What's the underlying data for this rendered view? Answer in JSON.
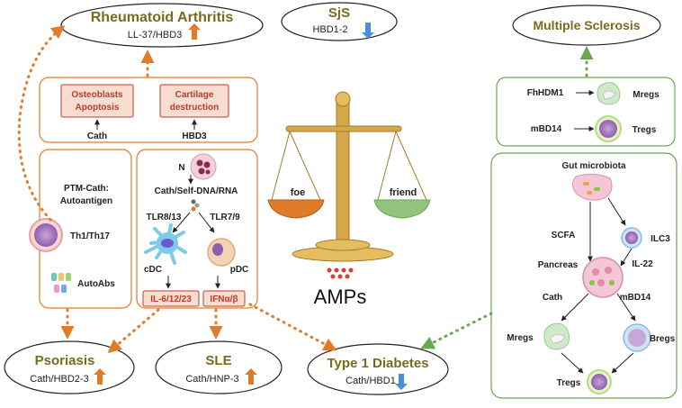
{
  "colors": {
    "olive": "#7a6a1c",
    "orange": "#e07b2a",
    "green": "#6aa84f",
    "red": "#c0392b",
    "blue": "#4a90d9",
    "box_fill": "#f7ddd0"
  },
  "diseases": {
    "ra": {
      "title": "Rheumatoid Arthritis",
      "sub": "LL-37/HBD3",
      "arrow": "up"
    },
    "sjs": {
      "title": "SjS",
      "sub": "HBD1-2",
      "arrow": "down"
    },
    "ms": {
      "title": "Multiple Sclerosis"
    },
    "psoriasis": {
      "title": "Psoriasis",
      "sub": "Cath/HBD2-3",
      "arrow": "up"
    },
    "sle": {
      "title": "SLE",
      "sub": "Cath/HNP-3",
      "arrow": "up"
    },
    "t1d": {
      "title": "Type 1 Diabetes",
      "sub": "Cath/HBD1",
      "arrow": "down"
    }
  },
  "ra_panel": {
    "box1": [
      "Osteoblasts",
      "Apoptosis"
    ],
    "box2": [
      "Cartilage",
      "destruction"
    ],
    "label1": "Cath",
    "label2": "HBD3"
  },
  "left_panel": {
    "autoantigen": [
      "PTM-Cath:",
      "Autoantigen"
    ],
    "th": "Th1/Th17",
    "autoabs": "AutoAbs"
  },
  "center_panel": {
    "n": "N",
    "cath_dna": "Cath/Self-DNA/RNA",
    "tlr813": "TLR8/13",
    "tlr79": "TLR7/9",
    "cdc": "cDC",
    "pdc": "pDC",
    "il": "IL-6/12/23",
    "ifn": "IFNα/β"
  },
  "balance": {
    "foe": "foe",
    "friend": "friend",
    "amps": "AMPs"
  },
  "ms_panel": {
    "fhhdm1": "FhHDM1",
    "mregs": "Mregs",
    "mbd14": "mBD14",
    "tregs": "Tregs"
  },
  "gut_panel": {
    "gut": "Gut microbiota",
    "scfa": "SCFA",
    "ilc3": "ILC3",
    "pancreas": "Pancreas",
    "il22": "IL-22",
    "cath": "Cath",
    "mbd14": "mBD14",
    "mregs": "Mregs",
    "bregs": "Bregs",
    "tregs": "Tregs"
  }
}
